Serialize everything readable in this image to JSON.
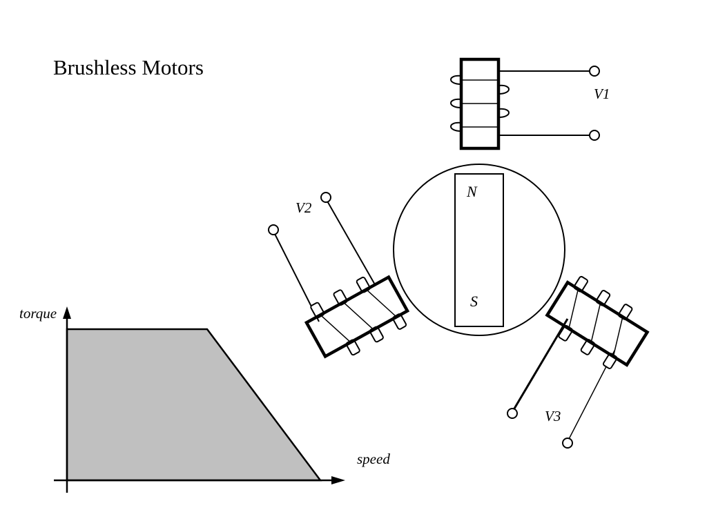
{
  "title": "Brushless Motors",
  "diagram": {
    "rotor": {
      "north_label": "N",
      "south_label": "S"
    },
    "coils": [
      {
        "id": "coil-1",
        "label": "V1"
      },
      {
        "id": "coil-2",
        "label": "V2"
      },
      {
        "id": "coil-3",
        "label": "V3"
      }
    ]
  },
  "graph": {
    "y_axis_label": "torque",
    "x_axis_label": "speed",
    "fill_color": "#c0c0c0"
  }
}
